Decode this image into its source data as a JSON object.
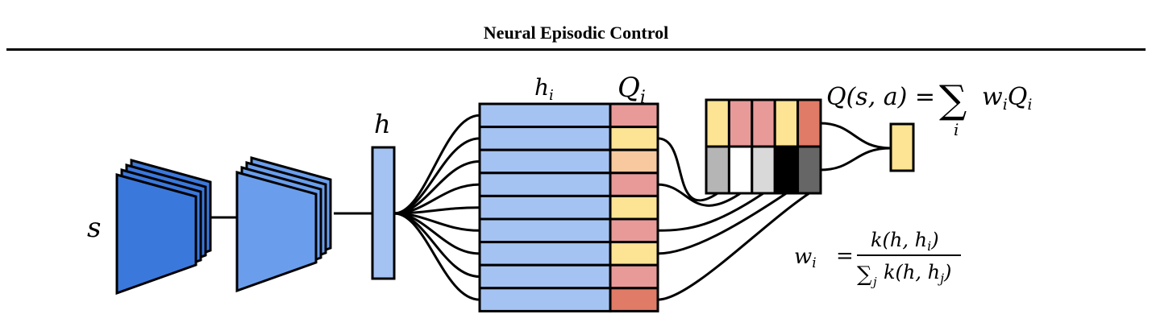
{
  "header": {
    "title": "Neural Episodic Control"
  },
  "diagram": {
    "labels": {
      "state": "s",
      "embedding": "h",
      "memory_keys": "h",
      "memory_keys_sub": "i",
      "memory_values": "Q",
      "memory_values_sub": "i",
      "q_lhs": "Q(s, a) =",
      "q_sum": "∑",
      "q_sum_index": "i",
      "q_term": "w",
      "q_term_sub": "i",
      "q_term2": "Q",
      "q_term2_sub": "i",
      "w_lhs": "w",
      "w_lhs_sub": "i",
      "w_eq": "=",
      "w_num": "k(h, h",
      "w_num_sub": "i",
      "w_num_close": ")",
      "w_den_sum": "∑",
      "w_den_sum_sub": "j",
      "w_den": "k(h, h",
      "w_den_sub": "j",
      "w_den_close": ")"
    },
    "colors": {
      "conv1": "#3b78dc",
      "conv2": "#6a9eec",
      "embedding": "#a5c3f2",
      "keys": "#a5c3f2",
      "q_values": [
        "#e89a99",
        "#fde394",
        "#f8c89f",
        "#e89a99",
        "#fde394",
        "#e89a99",
        "#fde394",
        "#e89a99",
        "#e07b67"
      ],
      "selected_q": [
        "#fde394",
        "#e89a99",
        "#e89a99",
        "#fde394",
        "#e07b67"
      ],
      "weights_gray": [
        "#b5b5b5",
        "#ffffff",
        "#d9d9d9",
        "#000000",
        "#666666"
      ],
      "output": "#fde394"
    }
  }
}
